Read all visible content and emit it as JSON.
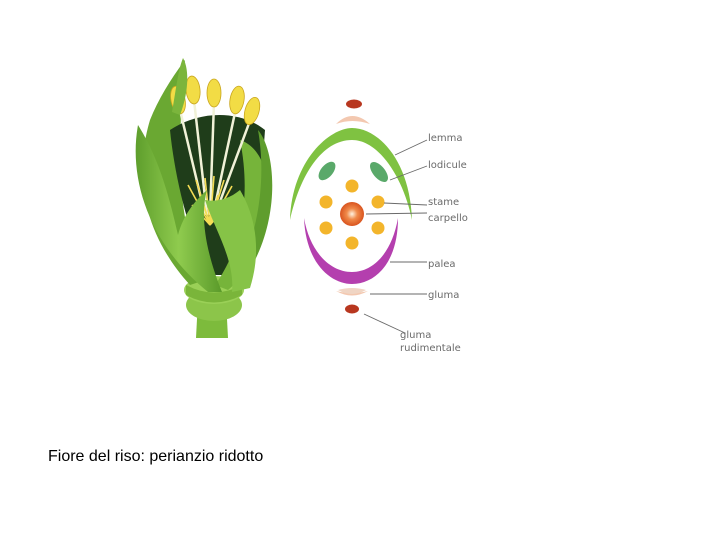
{
  "diagram": {
    "labels": {
      "lemma": "lemma",
      "lodicule": "lodicule",
      "stame": "stame",
      "carpello": "carpello",
      "palea": "palea",
      "gluma": "gluma",
      "gluma_rudimentale_line1": "gluma",
      "gluma_rudimentale_line2": "rudimentale"
    },
    "colors": {
      "leaf_green": "#7dbb3c",
      "leaf_dark": "#4f8f24",
      "anther_yellow": "#f2dc45",
      "stamen_dot": "#f3b52b",
      "carpel": "#e8602a",
      "lemma_green": "#7fc241",
      "lodicule": "#5aa96a",
      "palea_purple": "#b43fae",
      "gluma_peach": "#f3c8b0",
      "rudimentary_red": "#b8371f"
    }
  },
  "caption": "Fiore del riso: perianzio ridotto"
}
